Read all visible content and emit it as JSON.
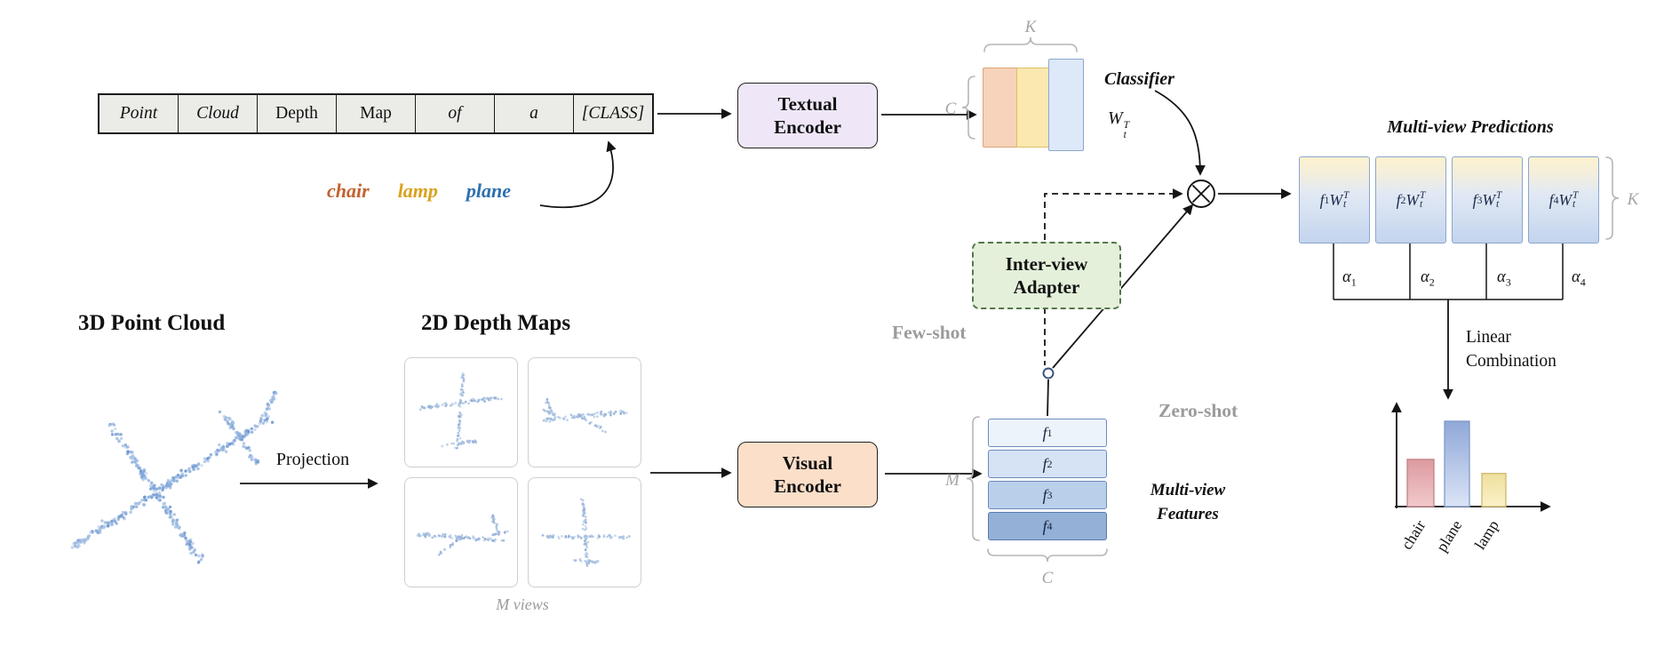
{
  "prompt_table": {
    "cells": [
      {
        "text": "Point",
        "italic": true
      },
      {
        "text": "Cloud",
        "italic": true
      },
      {
        "text": "Depth",
        "italic": false
      },
      {
        "text": "Map",
        "italic": false
      },
      {
        "text": "of",
        "italic": true
      },
      {
        "text": "a",
        "italic": true
      },
      {
        "text": "[CLASS]",
        "italic": true
      }
    ]
  },
  "class_words": [
    {
      "text": "chair",
      "color": "#c2622e"
    },
    {
      "text": "lamp",
      "color": "#d9a21c"
    },
    {
      "text": "plane",
      "color": "#2d6fae"
    }
  ],
  "encoders": {
    "textual": [
      "Textual",
      "Encoder"
    ],
    "visual": [
      "Visual",
      "Encoder"
    ],
    "adapter": [
      "Inter-view",
      "Adapter"
    ]
  },
  "labels": {
    "classifier": "Classifier",
    "few_shot": "Few-shot",
    "zero_shot": "Zero-shot",
    "multiview_predictions": "Multi-view Predictions",
    "multiview_features": [
      "Multi-view",
      "Features"
    ],
    "linear_combination": [
      "Linear",
      "Combination"
    ],
    "projection": "Projection",
    "point_cloud_title": "3D Point Cloud",
    "depth_maps_title": "2D Depth Maps",
    "m_views": "M views",
    "dim_K": "K",
    "dim_C": "C",
    "dim_M": "M"
  },
  "math": {
    "W": "W",
    "t": "t",
    "T": "T",
    "f": "f",
    "alpha": "α",
    "feature_indices": [
      "1",
      "2",
      "3",
      "4"
    ],
    "prediction_indices": [
      "1",
      "2",
      "3",
      "4"
    ],
    "alpha_indices": [
      "1",
      "2",
      "3",
      "4"
    ]
  },
  "palette": {
    "text_feature_columns": [
      {
        "fill": "#f6d3ba",
        "border": "#dfa579"
      },
      {
        "fill": "#fae8b0",
        "border": "#dcc069"
      },
      {
        "fill": "#dde9f8",
        "border": "#8aa8d0"
      }
    ],
    "visual_feature_rows": [
      {
        "fill": "#edf3fb",
        "border": "#6a8cbd"
      },
      {
        "fill": "#d6e3f4",
        "border": "#6a8cbd"
      },
      {
        "fill": "#bad0ea",
        "border": "#6a8cbd"
      },
      {
        "fill": "#94b0d6",
        "border": "#5a7cab"
      }
    ],
    "prediction_box": {
      "top": "#fdf2cf",
      "upper": "#f5eedb",
      "mid": "#e2e9f4",
      "bottom": "#c3d4ee",
      "border": "#8ba6cd"
    },
    "arrow": "#141414",
    "brace": "#b5b5b5",
    "gray_label": "#9b9b9b",
    "point_cloud_dot": "#7fa6d9",
    "depth_dot": "#9cb7dc"
  },
  "chart_data": {
    "type": "bar",
    "title": "",
    "categories": [
      "chair",
      "plane",
      "lamp"
    ],
    "values": [
      0.47,
      0.85,
      0.33
    ],
    "ylim": [
      0,
      1
    ],
    "xlabel": "",
    "ylabel": "",
    "colors": [
      {
        "dark": "#dc9aa0",
        "light": "#f2c9cb",
        "border": "#c18389"
      },
      {
        "dark": "#8fa8d8",
        "light": "#dbe4f6",
        "border": "#8099c9"
      },
      {
        "dark": "#efdf9d",
        "light": "#faf1c8",
        "border": "#cdbA6e"
      }
    ]
  }
}
